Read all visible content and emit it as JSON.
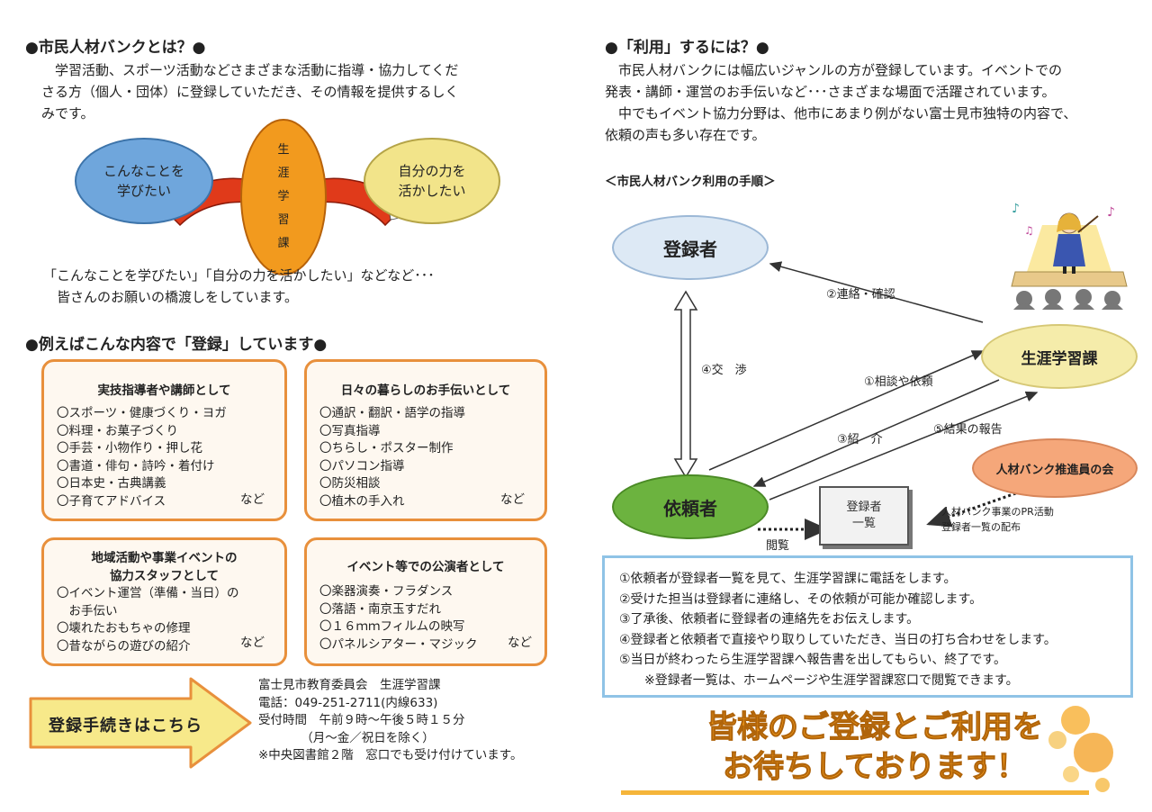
{
  "left": {
    "section1": {
      "heading": "●市民人材バンクとは？●",
      "para_lines": [
        "　学習活動、スポーツ活動などさまざまな活動に指導・協力してくだ",
        "さる方（個人・団体）に登録していただき、その情報を提供するしく",
        "みです。"
      ],
      "bubble_left": [
        "こんなことを",
        "学びたい"
      ],
      "pillar": [
        "生",
        "涯",
        "学",
        "習",
        "課"
      ],
      "bubble_right": [
        "自分の力を",
        "活かしたい"
      ],
      "caption_lines": [
        "「こんなことを学びたい」「自分の力を活かしたい」などなど･･･",
        "　皆さんのお願いの橋渡しをしています。"
      ]
    },
    "section2": {
      "heading": "●例えばこんな内容で「登録」しています●",
      "boxes": [
        {
          "title": [
            "実技指導者や講師として"
          ],
          "items": [
            "〇スポーツ・健康づくり・ヨガ",
            "〇料理・お菓子づくり",
            "〇手芸・小物作り・押し花",
            "〇書道・俳句・詩吟・着付け",
            "〇日本史・古典講義",
            "〇子育てアドバイス"
          ],
          "etc": "など"
        },
        {
          "title": [
            "日々の暮らしのお手伝いとして"
          ],
          "items": [
            "〇通訳・翻訳・語学の指導",
            "〇写真指導",
            "〇ちらし・ポスター制作",
            "〇パソコン指導",
            "〇防災相談",
            "〇植木の手入れ"
          ],
          "etc": "など"
        },
        {
          "title": [
            "地域活動や事業イベントの",
            "協力スタッフとして"
          ],
          "items": [
            "〇イベント運営（準備・当日）の",
            "　お手伝い",
            "〇壊れたおもちゃの修理",
            "〇昔ながらの遊びの紹介"
          ],
          "etc": "など"
        },
        {
          "title": [
            "イベント等での公演者として"
          ],
          "items": [
            "〇楽器演奏・フラダンス",
            "〇落語・南京玉すだれ",
            "〇１６ｍｍフィルムの映写",
            "〇パネルシアター・マジック"
          ],
          "etc": "など"
        }
      ]
    },
    "arrow_label": "登録手続きはこちら",
    "contact_lines": [
      "富士見市教育委員会　生涯学習課",
      "電話：049-251-2711(内線633)",
      "受付時間　午前９時～午後５時１５分",
      "　　　　（月～金／祝日を除く）",
      "※中央図書館２階　窓口でも受け付けています。"
    ]
  },
  "right": {
    "heading": "●「利用」するには？●",
    "para_lines": [
      "　市民人材バンクには幅広いジャンルの方が登録しています。イベントでの",
      "発表・講師・運営のお手伝いなど･･･さまざまな場面で活躍されています。",
      "　中でもイベント協力分野は、他市にあまり例がない富士見市独特の内容で、",
      "依頼の声も多い存在です。"
    ],
    "procedure_title": "＜市民人材バンク利用の手順＞",
    "diagram": {
      "registrant": "登録者",
      "requester": "依頼者",
      "lifelong": "生涯学習課",
      "promoters": "人材バンク推進員の会",
      "list_box": [
        "登録者",
        "一覧"
      ],
      "label_contact": "②連絡・確認",
      "label_negotiate": "④交　渉",
      "label_request": "①相談や依頼",
      "label_introduce": "③紹　介",
      "label_report": "⑤結果の報告",
      "label_browse": "閲覧",
      "pr_lines": [
        "人材バンク事業のPR活動",
        "登録者一覧の配布"
      ]
    },
    "steps": [
      "①依頼者が登録者一覧を見て、生涯学習課に電話をします。",
      "②受けた担当は登録者に連絡し、その依頼が可能か確認します。",
      "③了承後、依頼者に登録者の連絡先をお伝えします。",
      "④登録者と依頼者で直接やり取りしていただき、当日の打ち合わせをします。",
      "⑤当日が終わったら生涯学習課へ報告書を出してもらい、終了です。",
      "　　※登録者一覧は、ホームページや生涯学習課窓口で閲覧できます。"
    ],
    "closing_lines": [
      "皆様のご登録とご利用を",
      "お待ちしております！"
    ]
  },
  "colors": {
    "orange": "#e8903c",
    "blue_bubble": "#6fa6dc",
    "yellow_bubble": "#f2e48a",
    "arrow_fill": "#f7e98a",
    "accent_text": "#f39a1a"
  }
}
